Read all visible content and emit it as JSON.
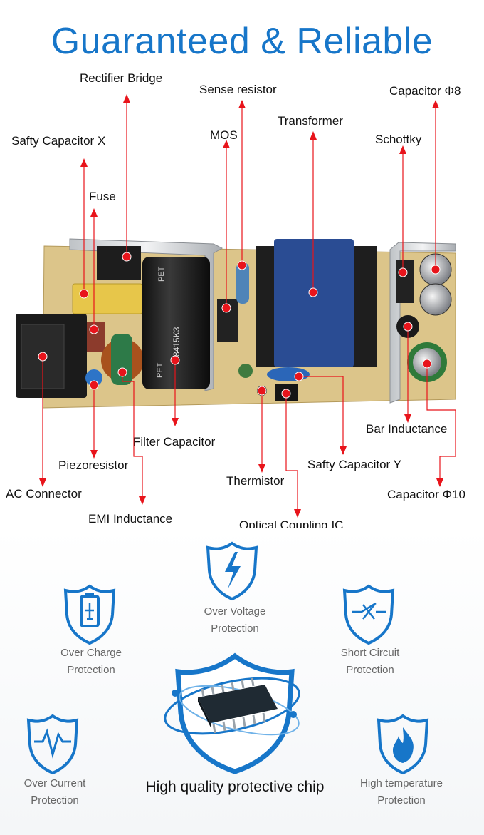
{
  "title": "Guaranteed & Reliable",
  "components": {
    "rectifier_bridge": "Rectifier Bridge",
    "sense_resistor": "Sense resistor",
    "capacitor_8": "Capacitor Φ8",
    "safty_capacitor_x": "Safty Capacitor X",
    "mos": "MOS",
    "transformer": "Transformer",
    "schottky": "Schottky",
    "fuse": "Fuse",
    "filter_capacitor": "Filter Capacitor",
    "piezoresistor": "Piezoresistor",
    "ac_connector": "AC Connector",
    "emi_inductance": "EMI Inductance",
    "thermistor": "Thermistor",
    "optical_coupling_ic": "Optical Coupling IC",
    "safty_capacitor_y": "Safty Capacitor Y",
    "bar_inductance": "Bar Inductance",
    "capacitor_10": "Capacitor Φ10"
  },
  "board_markings": {
    "cap_text_1": "PET",
    "cap_text_2": "8415K3",
    "cap_text_3": "PET"
  },
  "protections": {
    "over_voltage": [
      "Over Voltage",
      "Protection"
    ],
    "over_charge": [
      "Over Charge",
      "Protection"
    ],
    "short_circuit": [
      "Short Circuit",
      "Protection"
    ],
    "over_current": [
      "Over Current",
      "Protection"
    ],
    "high_temperature": [
      "High temperature",
      "Protection"
    ]
  },
  "chip_caption": "High quality protective chip",
  "colors": {
    "accent_blue": "#1776c9",
    "marker_red": "#e8141b",
    "pcb": "#dcc58a"
  }
}
